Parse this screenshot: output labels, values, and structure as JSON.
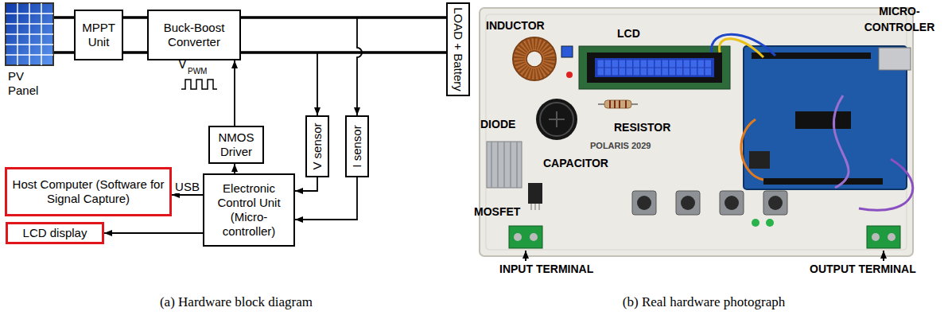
{
  "diagram": {
    "nodes": [
      {
        "text": [
          "PV Panel"
        ]
      },
      {
        "text": [
          "MPPT Unit"
        ]
      },
      {
        "text": [
          "Buck-Boost Converter"
        ]
      },
      {
        "text": [
          "LOAD + Battery"
        ]
      },
      {
        "text": [
          "NMOS Driver"
        ]
      },
      {
        "text": [
          "V sensor"
        ]
      },
      {
        "text": [
          "I sensor"
        ]
      },
      {
        "text": [
          "Host Computer (Software for Signal Capture)"
        ]
      },
      {
        "text": [
          "Electronic Control Unit (Micro- controller)"
        ]
      },
      {
        "text": [
          "LCD display"
        ]
      }
    ],
    "edges": [
      {
        "from": 0,
        "to": 1,
        "arrow": "none"
      },
      {
        "from": 1,
        "to": 2,
        "arrow": "none"
      },
      {
        "from": 2,
        "to": 3,
        "arrow": "none"
      },
      {
        "from": 2,
        "to": 5,
        "arrow": "to"
      },
      {
        "from": 2,
        "to": 6,
        "arrow": "to"
      },
      {
        "from": 5,
        "to": 8,
        "arrow": "to"
      },
      {
        "from": 6,
        "to": 8,
        "arrow": "to"
      },
      {
        "from": 8,
        "to": 4,
        "arrow": "to"
      },
      {
        "from": 4,
        "to": 2,
        "arrow": "to"
      },
      {
        "from": 8,
        "to": 7,
        "arrow": "to",
        "label": "USB"
      },
      {
        "from": 8,
        "to": 9,
        "arrow": "to"
      }
    ],
    "labels": [
      "V",
      "PWM",
      "(a) Hardware block diagram",
      "INDUCTOR",
      "LCD",
      "MICRO- CONTROLER",
      "DIODE",
      "RESISTOR",
      "CAPACITOR",
      "POLARIS 2029",
      "MOSFET",
      "INPUT TERMINAL",
      "OUTPUT TERMINAL",
      "(b) Real hardware photograph"
    ]
  }
}
